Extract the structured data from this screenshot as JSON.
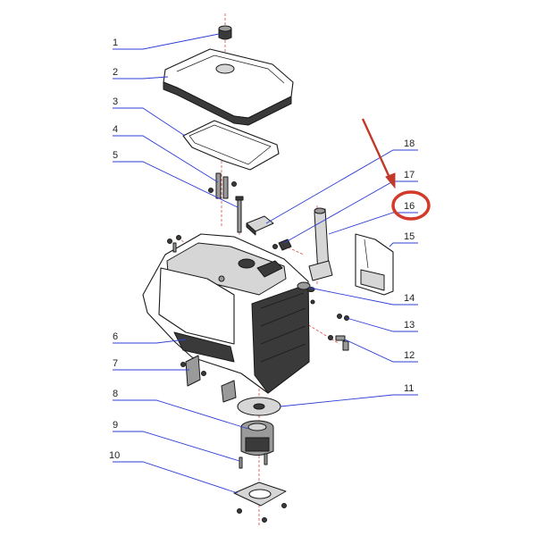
{
  "diagram": {
    "callouts": [
      {
        "number": "1"
      },
      {
        "number": "2"
      },
      {
        "number": "3"
      },
      {
        "number": "4"
      },
      {
        "number": "5"
      },
      {
        "number": "6"
      },
      {
        "number": "7"
      },
      {
        "number": "8"
      },
      {
        "number": "9"
      },
      {
        "number": "10"
      },
      {
        "number": "11"
      },
      {
        "number": "12"
      },
      {
        "number": "13"
      },
      {
        "number": "14"
      },
      {
        "number": "15"
      },
      {
        "number": "16"
      },
      {
        "number": "17"
      },
      {
        "number": "18"
      }
    ],
    "highlight": {
      "callout": "16",
      "ring_color": "#d23a2a",
      "arrow_color": "#c0392b"
    },
    "colors": {
      "leader": "#2f3fd6",
      "axis": "#e04848",
      "line": "#1a1a1a"
    }
  }
}
